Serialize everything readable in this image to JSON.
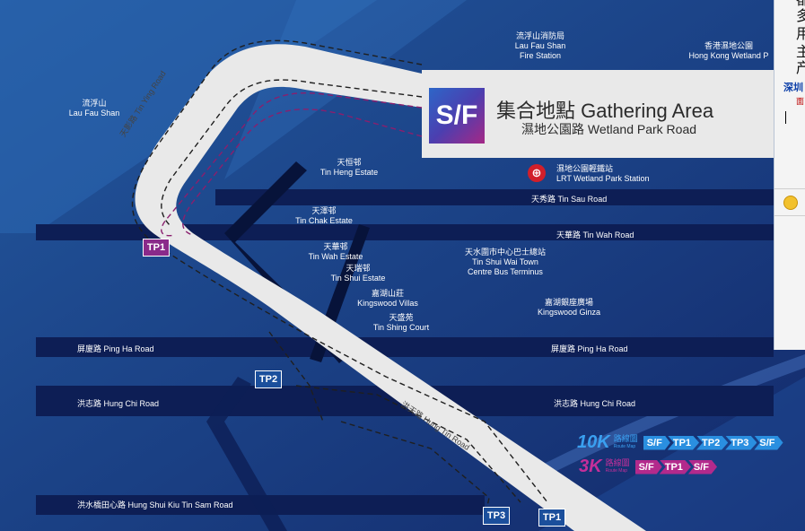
{
  "gathering": {
    "logo_text": "S/F",
    "title": "集合地點 Gathering Area",
    "subtitle": "濕地公園路 Wetland Park Road"
  },
  "mtr": {
    "icon": "mtr-logo-icon",
    "label_cn": "濕地公園輕鐵站",
    "label_en": "LRT Wetland Park Station"
  },
  "places": {
    "lau_fau_shan": {
      "cn": "流浮山",
      "en": "Lau Fau Shan"
    },
    "fire_station": {
      "cn": "流浮山消防局",
      "en1": "Lau Fau Shan",
      "en2": "Fire Station"
    },
    "wetland_park": {
      "cn": "香港濕地公園",
      "en": "Hong Kong Wetland P"
    },
    "tin_heng": {
      "cn": "天恒邨",
      "en": "Tin Heng Estate"
    },
    "tin_chak": {
      "cn": "天澤邨",
      "en": "Tin Chak Estate"
    },
    "tin_wah": {
      "cn": "天華邨",
      "en": "Tin Wah Estate"
    },
    "tin_shui": {
      "cn": "天瑞邨",
      "en": "Tin Shui Estate"
    },
    "kingswood_villas": {
      "cn": "嘉湖山莊",
      "en": "Kingswood Villas"
    },
    "tin_shing": {
      "cn": "天盛苑",
      "en": "Tin Shing Court"
    },
    "bus_terminus": {
      "cn": "天水圍市中心巴士總站",
      "en1": "Tin Shui Wai Town",
      "en2": "Centre Bus Terminus"
    },
    "ginza": {
      "cn": "嘉湖銀座廣場",
      "en": "Kingswood Ginza"
    }
  },
  "roads": {
    "tin_sau": "天秀路 Tin Sau Road",
    "tin_wah": "天華路 Tin Wah Road",
    "ping_ha_left": "屏廈路 Ping Ha Road",
    "ping_ha_right": "屏廈路 Ping Ha Road",
    "hung_chi_left": "洪志路 Hung Chi Road",
    "hung_chi_right": "洪志路 Hung Chi Road",
    "hung_shui_kiu": "洪水橋田心路 Hung Shui Kiu Tin Sam Road",
    "tin_ying": "天影路 Tin Ying Road",
    "hung_tin": "洪天路 Hung Tin Road"
  },
  "checkpoints": {
    "tp1_left": "TP1",
    "tp2": "TP2",
    "tp3": "TP3",
    "tp1_bottom": "TP1"
  },
  "legend": {
    "route_10k": {
      "distance": "10K",
      "cn": "路線圖",
      "en": "Route Map",
      "stops": [
        "S/F",
        "TP1",
        "TP2",
        "TP3",
        "S/F"
      ],
      "color": "#2a8fe0"
    },
    "route_3k": {
      "distance": "3K",
      "cn": "路線圖",
      "en": "Route Map",
      "stops": [
        "S/F",
        "TP1",
        "S/F"
      ],
      "color": "#b32a8c"
    }
  },
  "side_panel": {
    "chars": [
      "都",
      "多",
      "用",
      "主",
      "产"
    ],
    "link_text": "深圳",
    "mark": "面"
  },
  "colors": {
    "background": "#1a3d7c",
    "route_band": "#e9e9e9",
    "route_10k_path": "#1f1f1f",
    "route_3k_path": "#8a1f6e",
    "tp_blue": "#1b4f9c",
    "tp_purple": "#8a2a8a"
  }
}
